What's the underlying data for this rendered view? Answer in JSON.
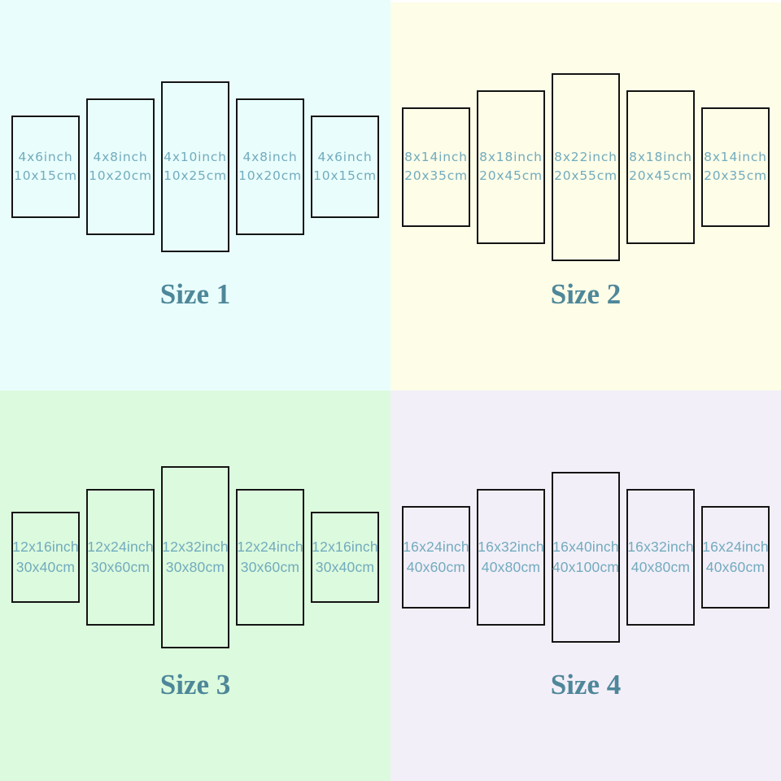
{
  "colors": {
    "size1_bg": "#E9FEFC",
    "size2_bg": "#FDFDE8",
    "size3_bg": "#DCFADD",
    "size4_bg": "#F3EFF8",
    "top_strip": "#FFFFFF",
    "panel_border": "#141414",
    "panel_text": "#72ABBE",
    "title_text": "#4E8799"
  },
  "quadrants": [
    {
      "title": "Size 1",
      "panels": [
        {
          "inch": "4x6inch",
          "cm": "10x15cm",
          "w": 4,
          "h": 6
        },
        {
          "inch": "4x8inch",
          "cm": "10x20cm",
          "w": 4,
          "h": 8
        },
        {
          "inch": "4x10inch",
          "cm": "10x25cm",
          "w": 4,
          "h": 10
        },
        {
          "inch": "4x8inch",
          "cm": "10x20cm",
          "w": 4,
          "h": 8
        },
        {
          "inch": "4x6inch",
          "cm": "10x15cm",
          "w": 4,
          "h": 6
        }
      ]
    },
    {
      "title": "Size 2",
      "panels": [
        {
          "inch": "8x14inch",
          "cm": "20x35cm",
          "w": 8,
          "h": 14
        },
        {
          "inch": "8x18inch",
          "cm": "20x45cm",
          "w": 8,
          "h": 18
        },
        {
          "inch": "8x22inch",
          "cm": "20x55cm",
          "w": 8,
          "h": 22
        },
        {
          "inch": "8x18inch",
          "cm": "20x45cm",
          "w": 8,
          "h": 18
        },
        {
          "inch": "8x14inch",
          "cm": "20x35cm",
          "w": 8,
          "h": 14
        }
      ]
    },
    {
      "title": "Size 3",
      "panels": [
        {
          "inch": "12x16inch",
          "cm": "30x40cm",
          "w": 12,
          "h": 16
        },
        {
          "inch": "12x24inch",
          "cm": "30x60cm",
          "w": 12,
          "h": 24
        },
        {
          "inch": "12x32inch",
          "cm": "30x80cm",
          "w": 12,
          "h": 32
        },
        {
          "inch": "12x24inch",
          "cm": "30x60cm",
          "w": 12,
          "h": 24
        },
        {
          "inch": "12x16inch",
          "cm": "30x40cm",
          "w": 12,
          "h": 16
        }
      ]
    },
    {
      "title": "Size 4",
      "panels": [
        {
          "inch": "16x24inch",
          "cm": "40x60cm",
          "w": 16,
          "h": 24
        },
        {
          "inch": "16x32inch",
          "cm": "40x80cm",
          "w": 16,
          "h": 32
        },
        {
          "inch": "16x40inch",
          "cm": "40x100cm",
          "w": 16,
          "h": 40
        },
        {
          "inch": "16x32inch",
          "cm": "40x80cm",
          "w": 16,
          "h": 32
        },
        {
          "inch": "16x24inch",
          "cm": "40x60cm",
          "w": 16,
          "h": 24
        }
      ]
    }
  ]
}
